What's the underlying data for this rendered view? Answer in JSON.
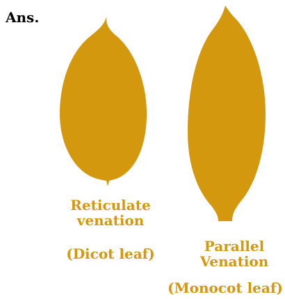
{
  "colors": {
    "leaf": "#d4980f",
    "text": "#d4980f",
    "background": "#ffffff"
  },
  "header": {
    "ans_label": "Ans."
  },
  "dicot": {
    "venation_label": "Reticulate venation",
    "line1": "Reticulate",
    "line2": "venation",
    "name": "(Dicot leaf)"
  },
  "monocot": {
    "line1": "Parallel",
    "line2": "Venation",
    "name": "(Monocot leaf)"
  }
}
